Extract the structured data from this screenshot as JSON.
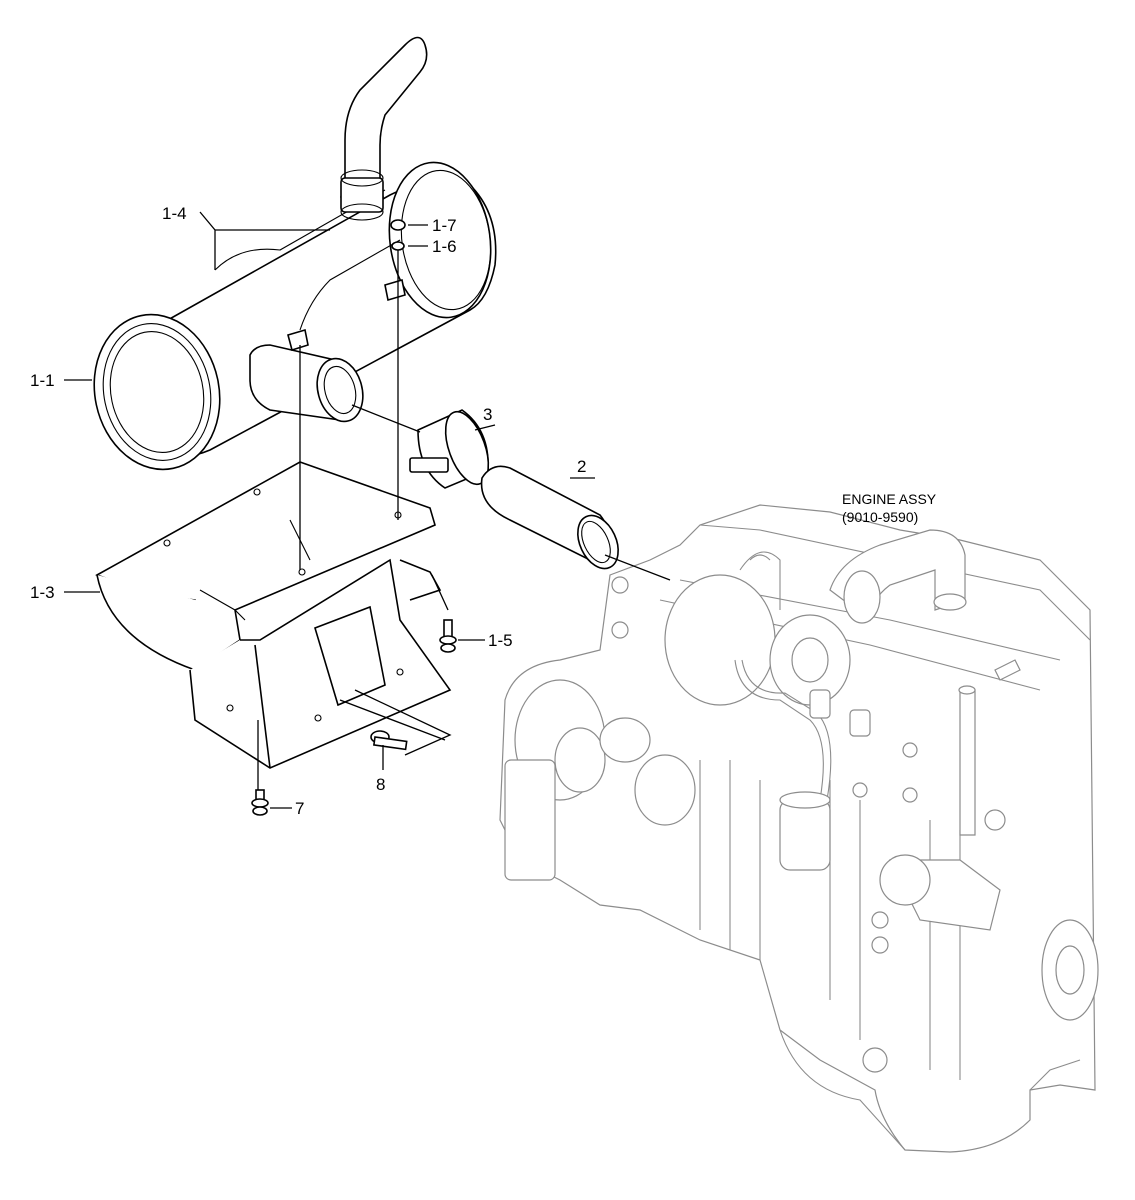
{
  "diagram": {
    "callouts": [
      {
        "id": "1-1",
        "text": "1-1"
      },
      {
        "id": "1-3",
        "text": "1-3"
      },
      {
        "id": "1-4",
        "text": "1-4"
      },
      {
        "id": "1-5",
        "text": "1-5"
      },
      {
        "id": "1-6",
        "text": "1-6"
      },
      {
        "id": "1-7",
        "text": "1-7"
      },
      {
        "id": "2",
        "text": "2"
      },
      {
        "id": "3",
        "text": "3"
      },
      {
        "id": "7",
        "text": "7"
      },
      {
        "id": "8",
        "text": "8"
      }
    ],
    "engine_label": {
      "line1": "ENGINE ASSY",
      "line2": "(9010-9590)"
    }
  }
}
